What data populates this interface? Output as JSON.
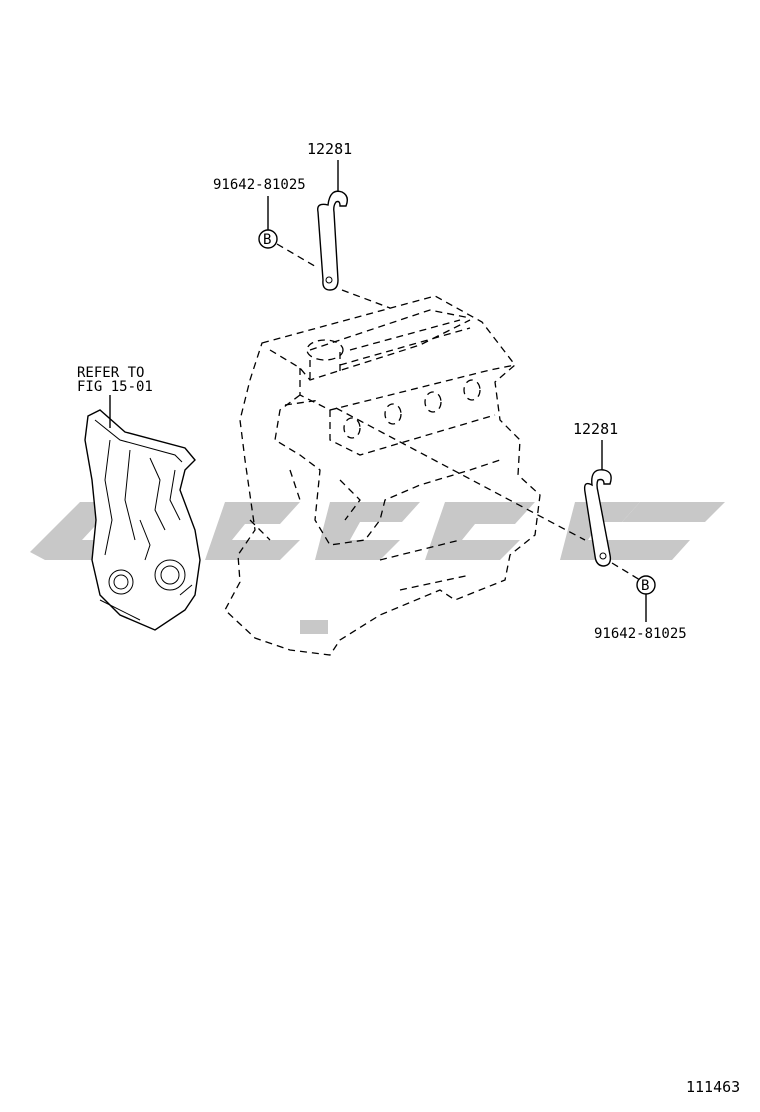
{
  "parts": [
    {
      "part_number": "12281",
      "bolt_number": "91642-81025",
      "bolt_symbol": "B"
    },
    {
      "part_number": "12281",
      "bolt_number": "91642-81025",
      "bolt_symbol": "B"
    }
  ],
  "reference": {
    "line1": "REFER TO",
    "line2": "FIG 15-01"
  },
  "diagram_id": "111463",
  "watermark_color": "#c8c8c8"
}
